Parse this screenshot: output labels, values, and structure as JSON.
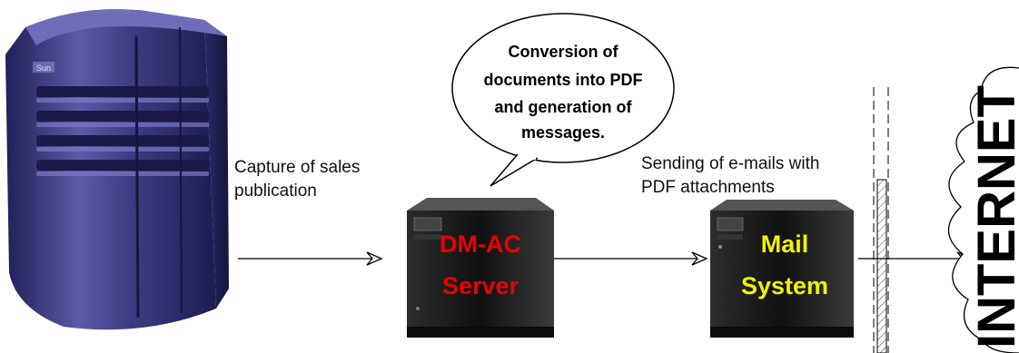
{
  "labels": {
    "capture_line1": "Capture of sales",
    "capture_line2": "publication",
    "sending_line1": "Sending of e-mails with",
    "sending_line2": "PDF attachments"
  },
  "bubble": {
    "line1": "Conversion of",
    "line2": "documents into PDF",
    "line3": "and generation of",
    "line4": "messages."
  },
  "server1": {
    "line1": "DM-AC",
    "line2": "Server",
    "text_color": "#e80000"
  },
  "server2": {
    "line1": "Mail",
    "line2": "System",
    "text_color": "#f2f200"
  },
  "mainframe": {
    "logo": "Sun"
  },
  "internet": {
    "label": "INTERNET"
  },
  "colors": {
    "mainframe": "#3a3a78",
    "server_body": "#1c1c1c"
  }
}
